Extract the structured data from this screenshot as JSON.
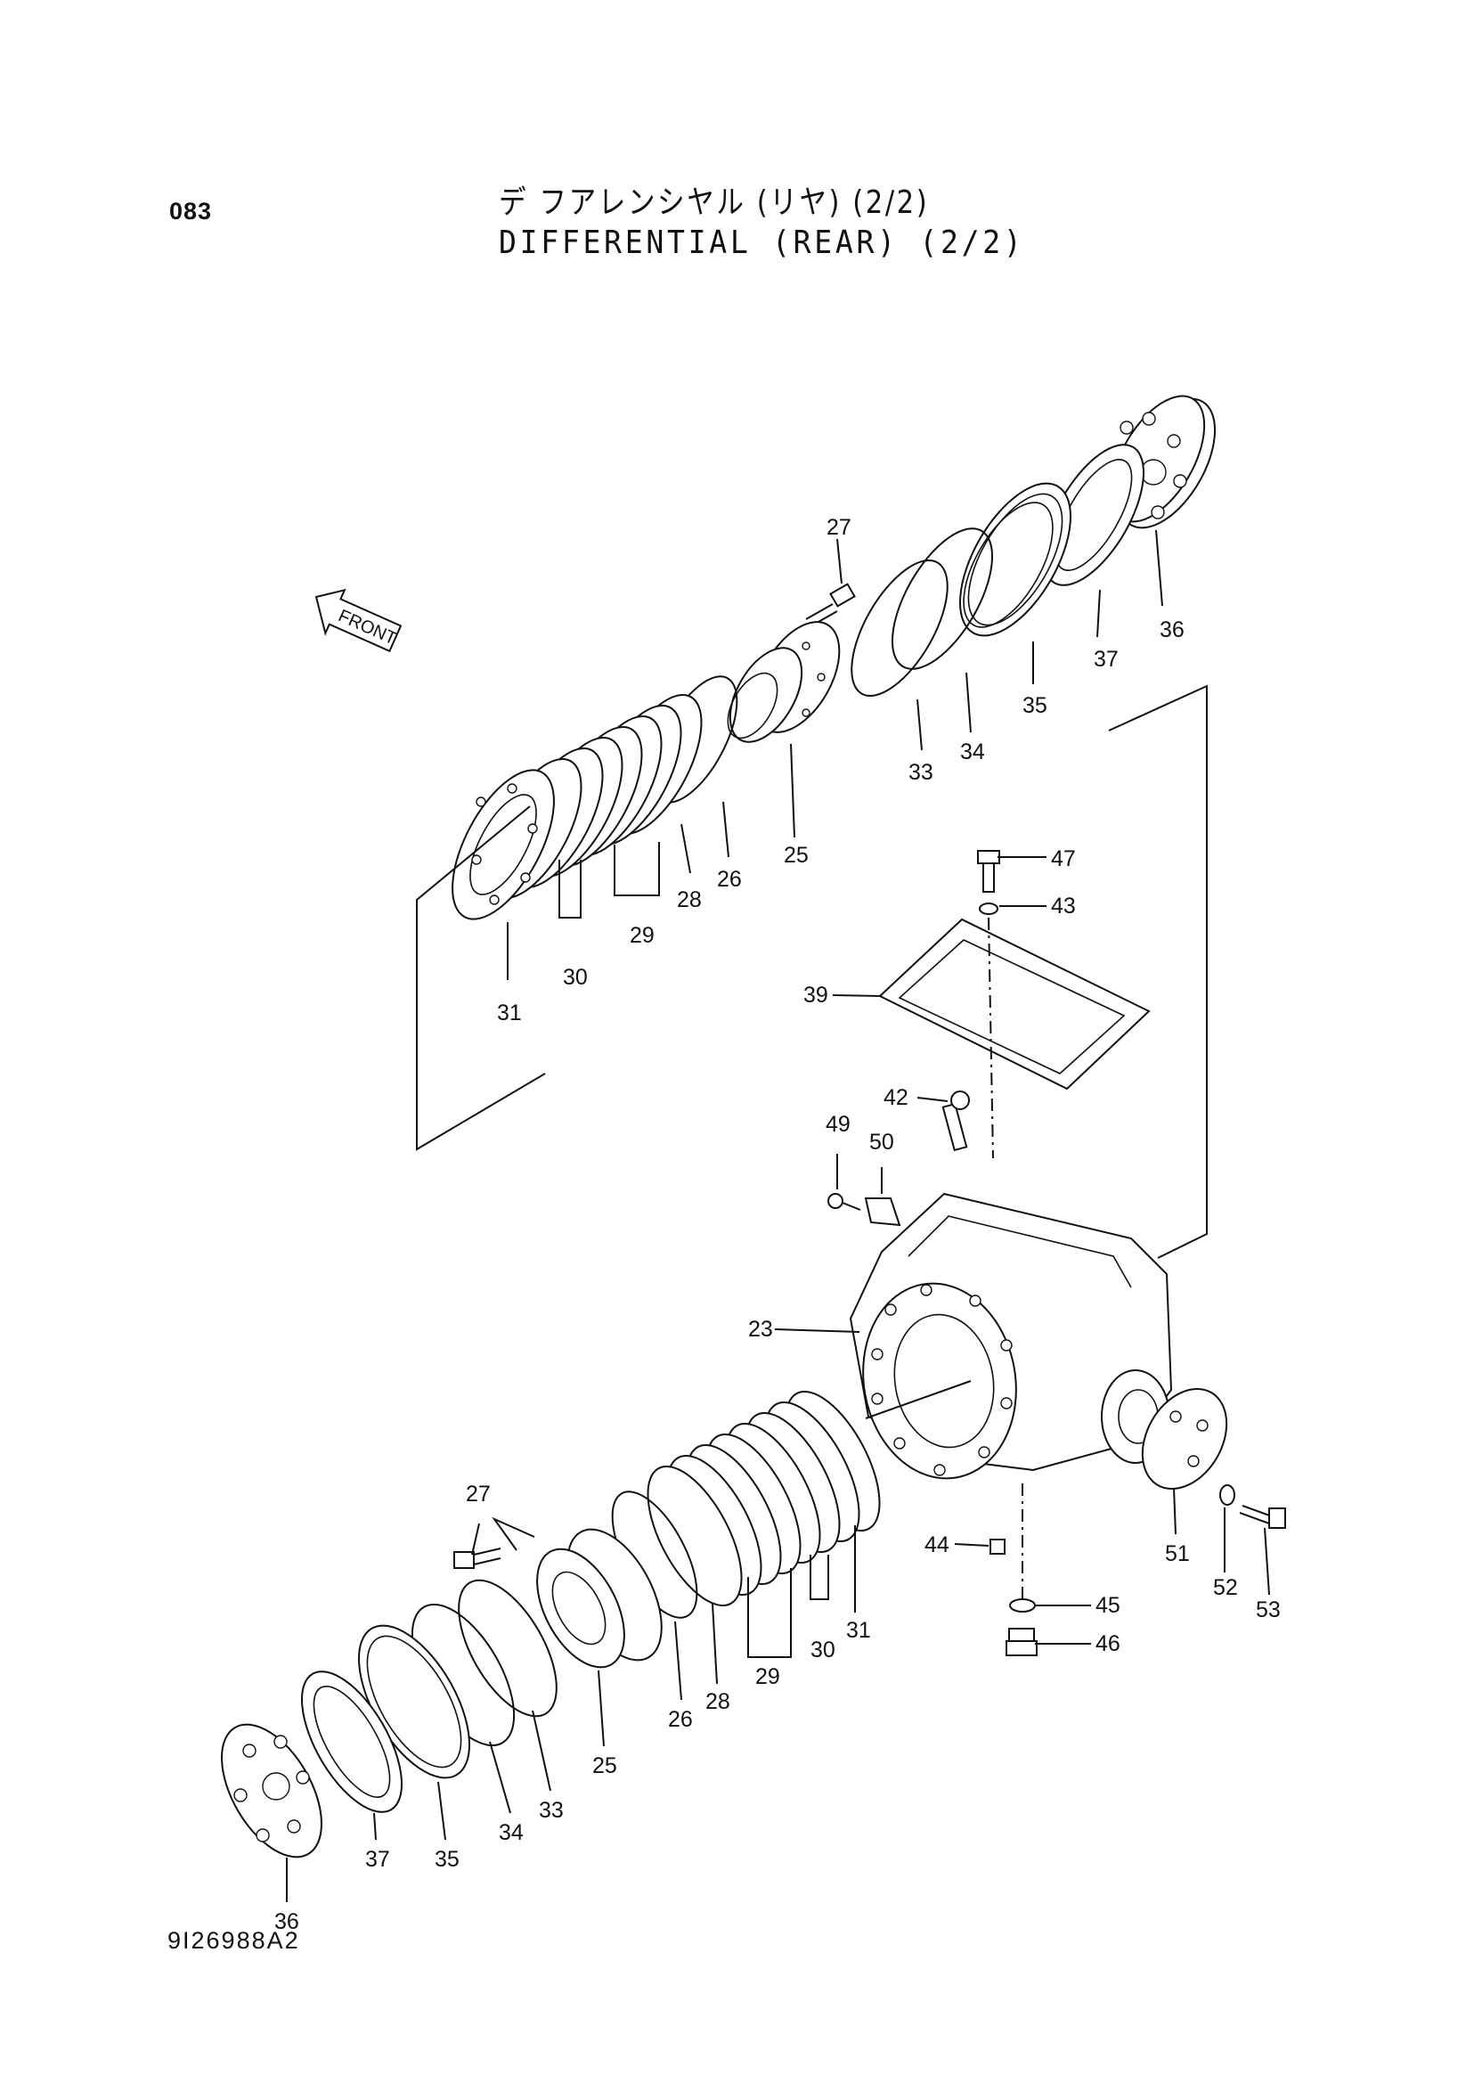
{
  "page_number": "083",
  "title_jp": "デ フアレンシヤル (リヤ) (2/2)",
  "title_en": "DIFFERENTIAL (REAR) (2/2)",
  "front_label": "FRONT",
  "document_code": "9I26988A2",
  "callouts": [
    "27",
    "36",
    "37",
    "35",
    "33",
    "34",
    "25",
    "26",
    "28",
    "29",
    "30",
    "31",
    "47",
    "43",
    "39",
    "42",
    "49",
    "50",
    "23",
    "27",
    "51",
    "52",
    "53",
    "44",
    "45",
    "46",
    "31",
    "30",
    "29",
    "28",
    "26",
    "25",
    "33",
    "34",
    "35",
    "37",
    "36"
  ]
}
